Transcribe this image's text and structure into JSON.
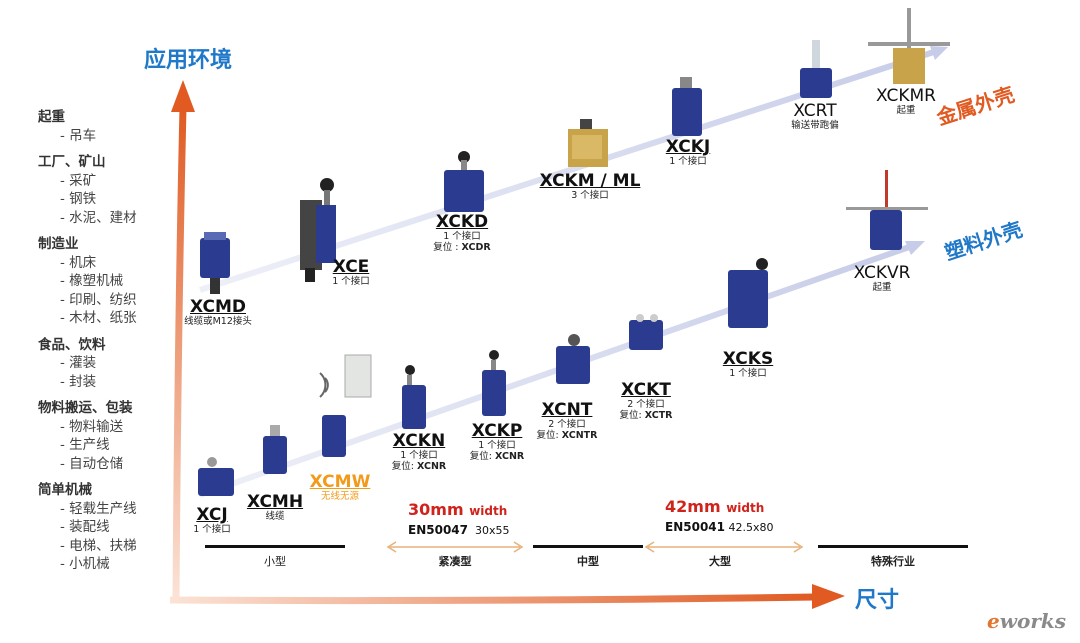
{
  "axes": {
    "y_label": "应用环境",
    "x_label": "尺寸"
  },
  "applications": [
    {
      "category": "起重",
      "items": [
        "- 吊车"
      ]
    },
    {
      "category": "工厂、矿山",
      "items": [
        "- 采矿",
        "- 钢铁",
        "- 水泥、建材"
      ]
    },
    {
      "category": "制造业",
      "items": [
        "- 机床",
        "- 橡塑机械",
        "- 印刷、纺织",
        "- 木材、纸张"
      ]
    },
    {
      "category": "食品、饮料",
      "items": [
        "- 灌装",
        "- 封装"
      ]
    },
    {
      "category": "物料搬运、包装",
      "items": [
        "- 物料输送",
        "- 生产线",
        "- 自动仓储"
      ]
    },
    {
      "category": "简单机械",
      "items": [
        "- 轻载生产线",
        "- 装配线",
        "- 电梯、扶梯",
        "- 小机械"
      ]
    }
  ],
  "shells": {
    "metal": "金属外壳",
    "plastic": "塑料外壳"
  },
  "products": {
    "xcj": {
      "name": "XCJ",
      "note": "1 个接口"
    },
    "xcmh": {
      "name": "XCMH",
      "note": "线缆"
    },
    "xcmw": {
      "name": "XCMW",
      "note": "无线无源"
    },
    "xckn": {
      "name": "XCKN",
      "note": "1 个接口",
      "reset_label": "复位:",
      "reset_model": "XCNR"
    },
    "xckp": {
      "name": "XCKP",
      "note": "1 个接口",
      "reset_label": "复位:",
      "reset_model": "XCNR"
    },
    "xcnt": {
      "name": "XCNT",
      "note": "2 个接口",
      "reset_label": "复位:",
      "reset_model": "XCNTR"
    },
    "xckt": {
      "name": "XCKT",
      "note": "2 个接口",
      "reset_label": "复位:",
      "reset_model": "XCTR"
    },
    "xcks": {
      "name": "XCKS",
      "note": "1 个接口"
    },
    "xckvr": {
      "name": "XCKVR",
      "note": "起重"
    },
    "xcmd": {
      "name": "XCMD",
      "note": "线缆或M12接头"
    },
    "xce": {
      "name": "XCE",
      "note": "1 个接口"
    },
    "xckd": {
      "name": "XCKD",
      "note": "1 个接口",
      "reset_label": "复位 :",
      "reset_model": "XCDR"
    },
    "xckm": {
      "name": "XCKM / ML",
      "note": "3 个接口"
    },
    "xckj": {
      "name": "XCKJ",
      "note": "1 个接口"
    },
    "xcrt": {
      "name": "XCRT",
      "note": "输送带跑偏"
    },
    "xckmr": {
      "name": "XCKMR",
      "note": "起重"
    }
  },
  "widths": {
    "w30": {
      "size": "30mm",
      "word": "width",
      "standard": "EN50047",
      "dims": "30x55"
    },
    "w42": {
      "size": "42mm",
      "word": "width",
      "standard": "EN50041",
      "dims": "42.5x80"
    }
  },
  "segments": [
    {
      "label": "小型"
    },
    {
      "label": "紧凑型"
    },
    {
      "label": "中型"
    },
    {
      "label": "大型"
    },
    {
      "label": "特殊行业"
    }
  ],
  "colors": {
    "axis_arrow": "#e05a22",
    "accent_blue": "#1f78c8",
    "shell_metal": "#e05a22",
    "shell_plastic": "#1f78c8",
    "width_red": "#d0231b",
    "line_light": "#cfd3ea"
  },
  "logo": {
    "prefix": "e",
    "text": "works"
  }
}
